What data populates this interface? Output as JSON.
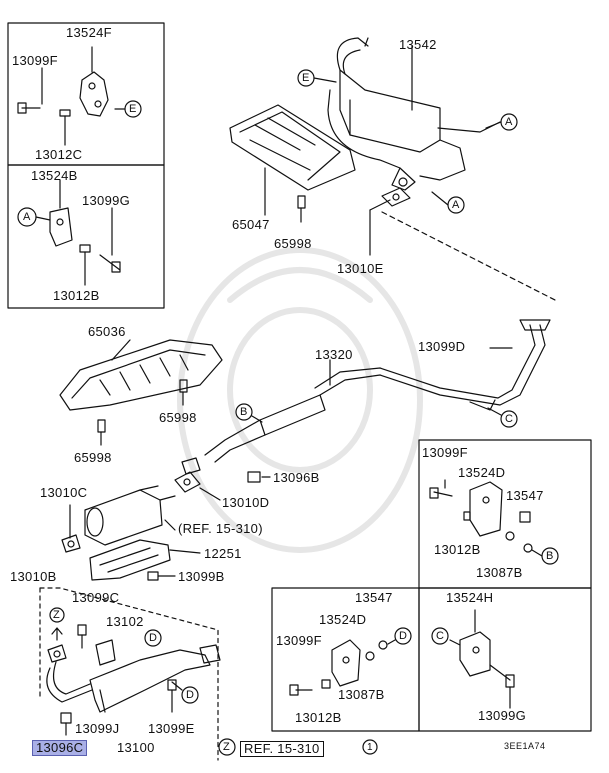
{
  "labels": {
    "p13524F": "13524F",
    "p13099F_a": "13099F",
    "p13012C": "13012C",
    "p13524B": "13524B",
    "p13099G_a": "13099G",
    "p13012B_a": "13012B",
    "p13542": "13542",
    "p65047": "65047",
    "p65998_a": "65998",
    "p13010E": "13010E",
    "p65036": "65036",
    "p65998_b": "65998",
    "p65998_c": "65998",
    "p13320": "13320",
    "p13099D": "13099D",
    "p13096B": "13096B",
    "p13010D": "13010D",
    "p13010C": "13010C",
    "ref1": "(REF. 15-310)",
    "p12251": "12251",
    "p13010B": "13010B",
    "p13099B": "13099B",
    "p13099C": "13099C",
    "p13102": "13102",
    "p13099J": "13099J",
    "p13099E": "13099E",
    "p13096C": "13096C",
    "p13100": "13100",
    "p13099F_b": "13099F",
    "p13524D_a": "13524D",
    "p13547_a": "13547",
    "p13012B_b": "13012B",
    "p13087B_a": "13087B",
    "p13547_b": "13547",
    "p13524D_b": "13524D",
    "p13099F_c": "13099F",
    "p13087B_b": "13087B",
    "p13012B_c": "13012B",
    "p13524H": "13524H",
    "p13099G_b": "13099G",
    "ref2_letter": "Z",
    "ref2_text": "REF. 15-310",
    "ref2_num": "1",
    "diagram_code": "3EE1A74"
  },
  "callouts": {
    "E": "E",
    "A": "A",
    "B": "B",
    "C": "C",
    "D": "D",
    "Z": "Z"
  },
  "colors": {
    "line": "#111111",
    "highlight": "#a9afe6",
    "watermark": "#e6e6e6"
  }
}
